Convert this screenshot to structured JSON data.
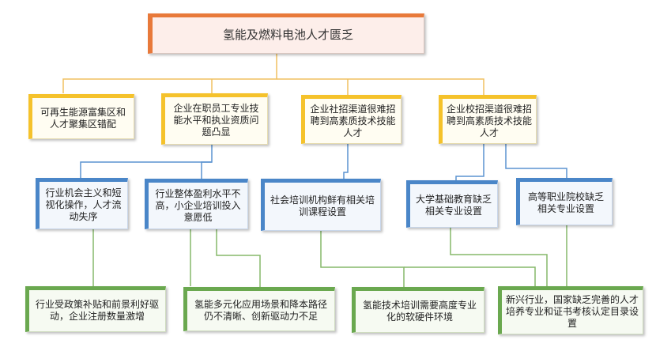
{
  "root": "氢能及燃料电池人才匮乏",
  "level1": [
    "可再生能源富集区和人才聚集区错配",
    "企业在职员工专业技能水平和执业资质问题凸显",
    "企业社招渠道很难招聘到高素质技术技能人才",
    "企业校招渠道很难招聘到高素质技术技能人才"
  ],
  "level2": [
    "行业机会主义和短视化操作，人才流动失序",
    "行业整体盈利水平不高，小企业培训投入意愿低",
    "社会培训机构鲜有相关培训课程设置",
    "大学基础教育缺乏相关专业设置",
    "高等职业院校缺乏相关专业设置"
  ],
  "level3": [
    "行业受政策补贴和前景利好驱动，企业注册数量激增",
    "氢能多元化应用场景和降本路径仍不清晰、创新驱动力不足",
    "氢能技术培训需要高度专业化的软硬件环境",
    "新兴行业，国家缺乏完善的人才培养专业和证书考核认定目录设置"
  ],
  "colors": {
    "root_accent": "#e8793a",
    "level1_accent": "#f5c22b",
    "level2_accent": "#4a86c8",
    "level3_accent": "#6aa84f"
  }
}
